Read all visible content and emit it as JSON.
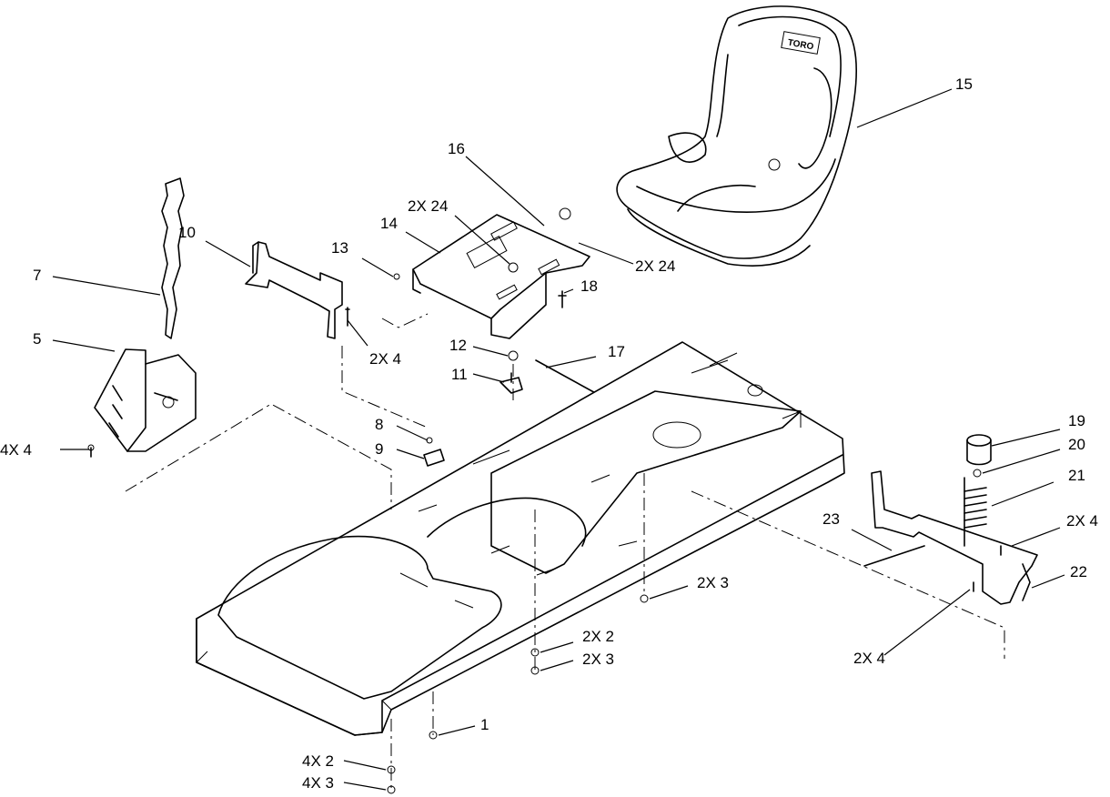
{
  "callouts": {
    "c1": "1",
    "c2x2": "2X 2",
    "c2x3a": "2X 3",
    "c2x3b": "2X 3",
    "c4x2": "4X 2",
    "c4x3": "4X 3",
    "c4x4": "4X 4",
    "c5": "5",
    "c7": "7",
    "c8": "8",
    "c9": "9",
    "c10": "10",
    "c11": "11",
    "c12": "12",
    "c13": "13",
    "c14": "14",
    "c15": "15",
    "c16": "16",
    "c17": "17",
    "c18": "18",
    "c19": "19",
    "c20": "20",
    "c21": "21",
    "c22": "22",
    "c23": "23",
    "c2x4a": "2X 4",
    "c2x4b": "2X 4",
    "c2x4c": "2X 4",
    "c2x24a": "2X 24",
    "c2x24b": "2X 24"
  },
  "seat_logo": "TORO"
}
